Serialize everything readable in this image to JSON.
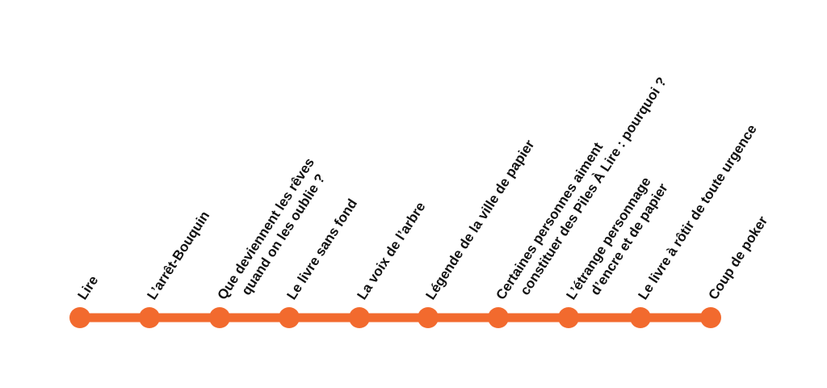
{
  "timeline": {
    "color": "#f26a2e",
    "stops": [
      {
        "lines": [
          "Lire"
        ]
      },
      {
        "lines": [
          "L’arrêt-Bouquin"
        ]
      },
      {
        "lines": [
          "Que deviennent les rêves",
          "quand on les oublie ?"
        ]
      },
      {
        "lines": [
          "Le livre sans fond"
        ]
      },
      {
        "lines": [
          "La voix de l’arbre"
        ]
      },
      {
        "lines": [
          "Légende de la ville de papier"
        ]
      },
      {
        "lines": [
          "Certaines personnes aiment",
          "constituer des Piles À Lire : pourquoi ?"
        ]
      },
      {
        "lines": [
          "L’étrange personnage",
          "d’encre et de papier"
        ]
      },
      {
        "lines": [
          "Le livre à rôtir de toute urgence"
        ]
      },
      {
        "lines": [
          "Coup de poker"
        ]
      }
    ]
  }
}
